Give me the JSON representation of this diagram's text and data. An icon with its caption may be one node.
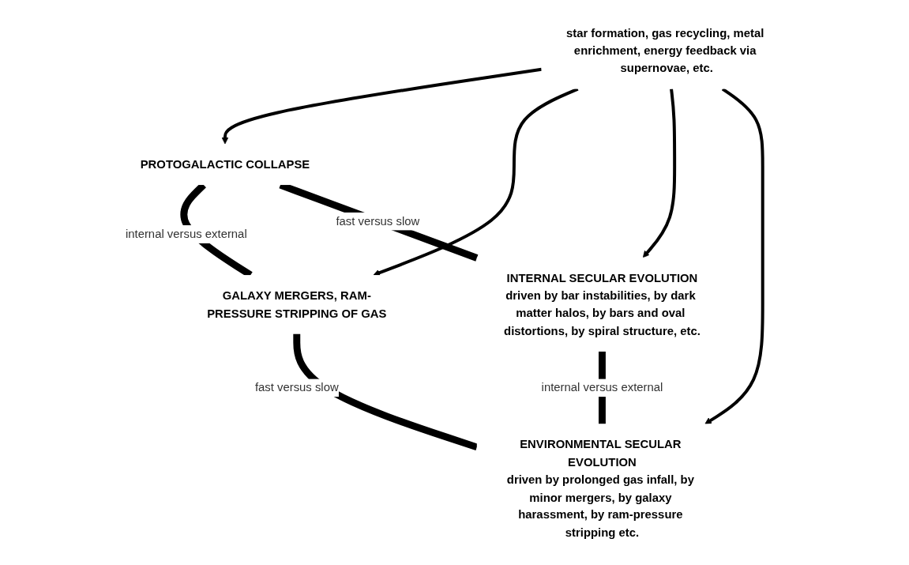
{
  "diagram": {
    "nodes": [
      {
        "text": [
          "PROTOGALACTIC COLLAPSE"
        ]
      },
      {
        "text": [
          "GALAXY MERGERS, RAM-PRESSURE STRIPPING OF GAS"
        ]
      },
      {
        "text": [
          "star formation, gas recycling, metal enrichment, energy feedback via supernovae, etc."
        ]
      },
      {
        "text": [
          "INTERNAL SECULAR EVOLUTION",
          "driven by bar instabilities, by dark matter halos, by bars and oval distortions, by spiral structure, etc."
        ]
      },
      {
        "text": [
          "ENVIRONMENTAL SECULAR EVOLUTION",
          "driven by prolonged gas infall, by minor mergers, by galaxy harassment, by ram-pressure stripping etc."
        ]
      }
    ],
    "edges": [
      {
        "from": 0,
        "to": 1,
        "arrow": "none",
        "label": "internal versus external",
        "style": "thick"
      },
      {
        "from": 0,
        "to": 3,
        "arrow": "none",
        "label": "fast versus slow",
        "style": "thick"
      },
      {
        "from": 1,
        "to": 4,
        "arrow": "none",
        "label": "fast versus slow",
        "style": "thick"
      },
      {
        "from": 2,
        "to": 0,
        "arrow": "to"
      },
      {
        "from": 2,
        "to": 1,
        "arrow": "to"
      },
      {
        "from": 2,
        "to": 3,
        "arrow": "to"
      },
      {
        "from": 2,
        "to": 4,
        "arrow": "to"
      },
      {
        "from": 3,
        "to": 4,
        "arrow": "none",
        "label": "internal versus external",
        "style": "thick"
      }
    ]
  }
}
